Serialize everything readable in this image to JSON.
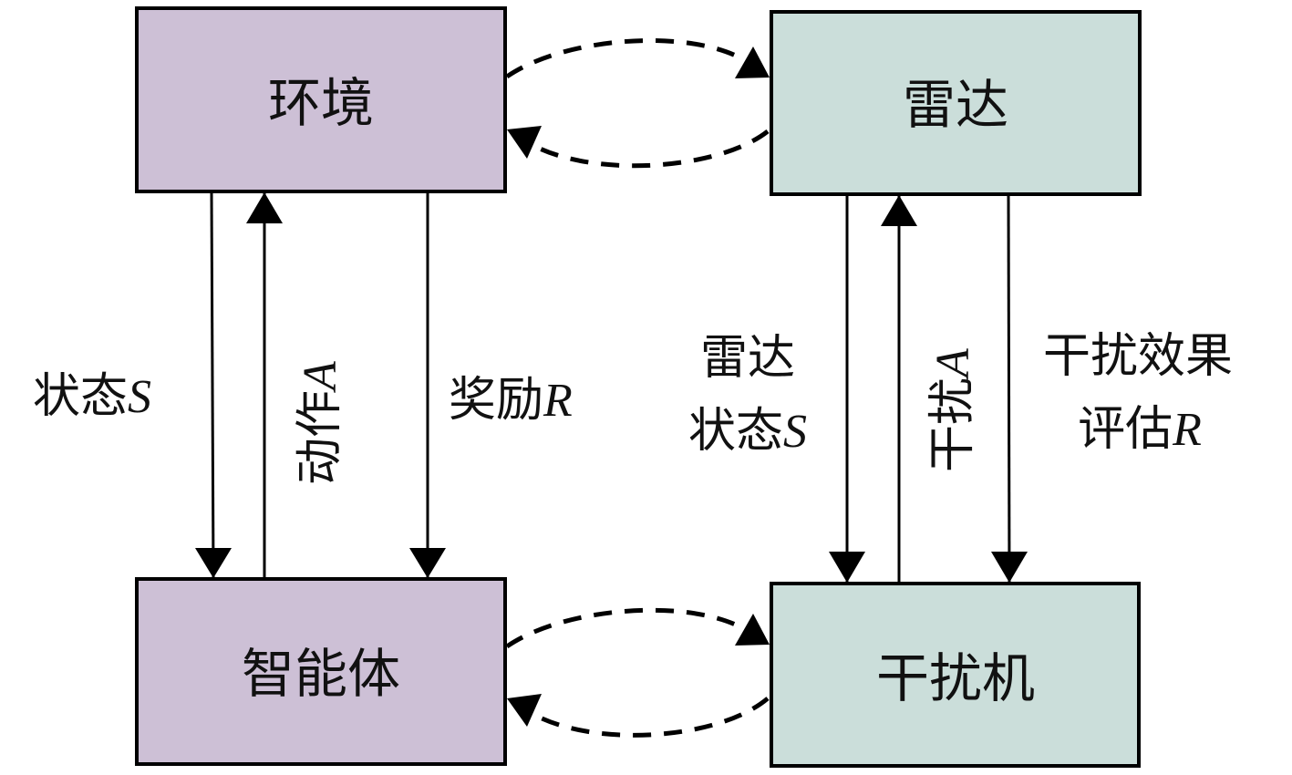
{
  "colors": {
    "agent_side_fill": "#cdc0d6",
    "radar_side_fill": "#cbdeda",
    "stroke": "#000000",
    "background": "#ffffff"
  },
  "nodes": {
    "environment": "环境",
    "radar": "雷达",
    "agent": "智能体",
    "jammer": "干扰机"
  },
  "left_loop": {
    "state": {
      "text": "状态",
      "var": "S"
    },
    "action": {
      "text": "动作",
      "var": "A"
    },
    "reward": {
      "text": "奖励",
      "var": "R"
    }
  },
  "right_loop": {
    "state": {
      "line1": "雷达",
      "line2_text": "状态",
      "var": "S"
    },
    "action": {
      "text": "干扰",
      "var": "A"
    },
    "reward": {
      "line1": "干扰效果",
      "line2_text": "评估",
      "var": "R"
    }
  },
  "edges": [
    {
      "from": "environment",
      "to": "agent",
      "label": "状态S",
      "style": "solid"
    },
    {
      "from": "agent",
      "to": "environment",
      "label": "动作A",
      "style": "solid"
    },
    {
      "from": "environment",
      "to": "agent",
      "label": "奖励R",
      "style": "solid"
    },
    {
      "from": "radar",
      "to": "jammer",
      "label": "雷达状态S",
      "style": "solid"
    },
    {
      "from": "jammer",
      "to": "radar",
      "label": "干扰A",
      "style": "solid"
    },
    {
      "from": "radar",
      "to": "jammer",
      "label": "干扰效果评估R",
      "style": "solid"
    },
    {
      "from": "environment",
      "to": "radar",
      "label": "",
      "style": "dashed"
    },
    {
      "from": "radar",
      "to": "environment",
      "label": "",
      "style": "dashed"
    },
    {
      "from": "agent",
      "to": "jammer",
      "label": "",
      "style": "dashed"
    },
    {
      "from": "jammer",
      "to": "agent",
      "label": "",
      "style": "dashed"
    }
  ]
}
